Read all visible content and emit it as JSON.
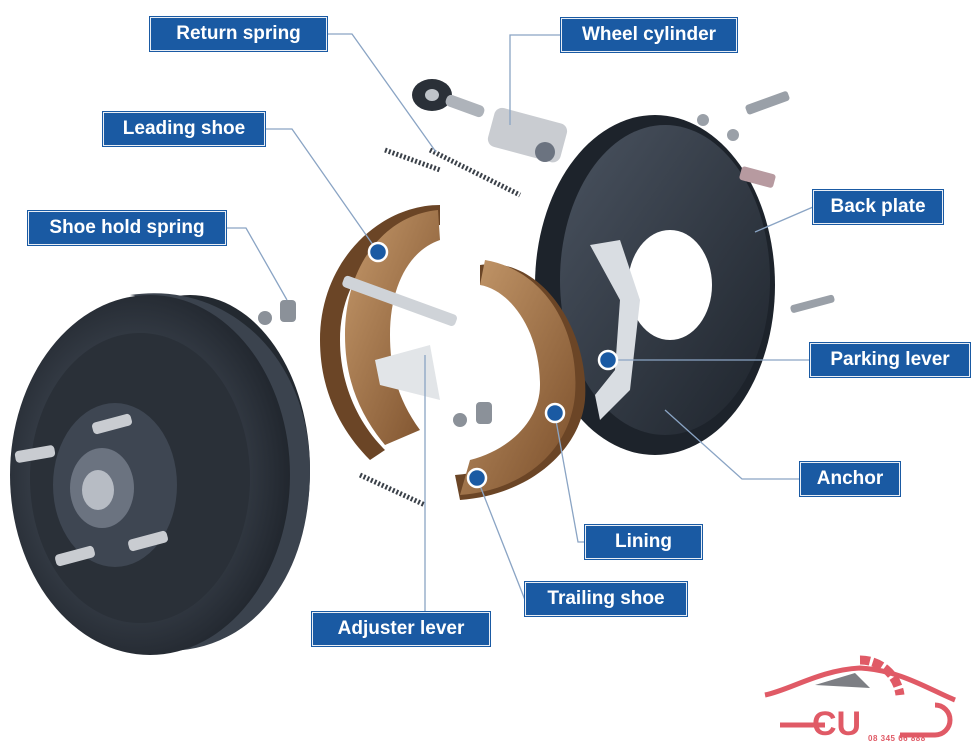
{
  "title": "Drum brake exploded view",
  "labels": {
    "return_spring": "Return spring",
    "wheel_cylinder": "Wheel cylinder",
    "leading_shoe": "Leading shoe",
    "shoe_hold_spring": "Shoe hold spring",
    "back_plate": "Back plate",
    "parking_lever": "Parking lever",
    "anchor": "Anchor",
    "lining": "Lining",
    "trailing_shoe": "Trailing shoe",
    "adjuster_lever": "Adjuster lever"
  },
  "logo": {
    "text": "CU",
    "phone": "08 345 66 888"
  },
  "colors": {
    "label_bg": "#1a5aa3",
    "leader": "#8aa4c4",
    "shoe": "#9a6a3f",
    "drum": "#2e3440",
    "logo": "#e05a66"
  }
}
